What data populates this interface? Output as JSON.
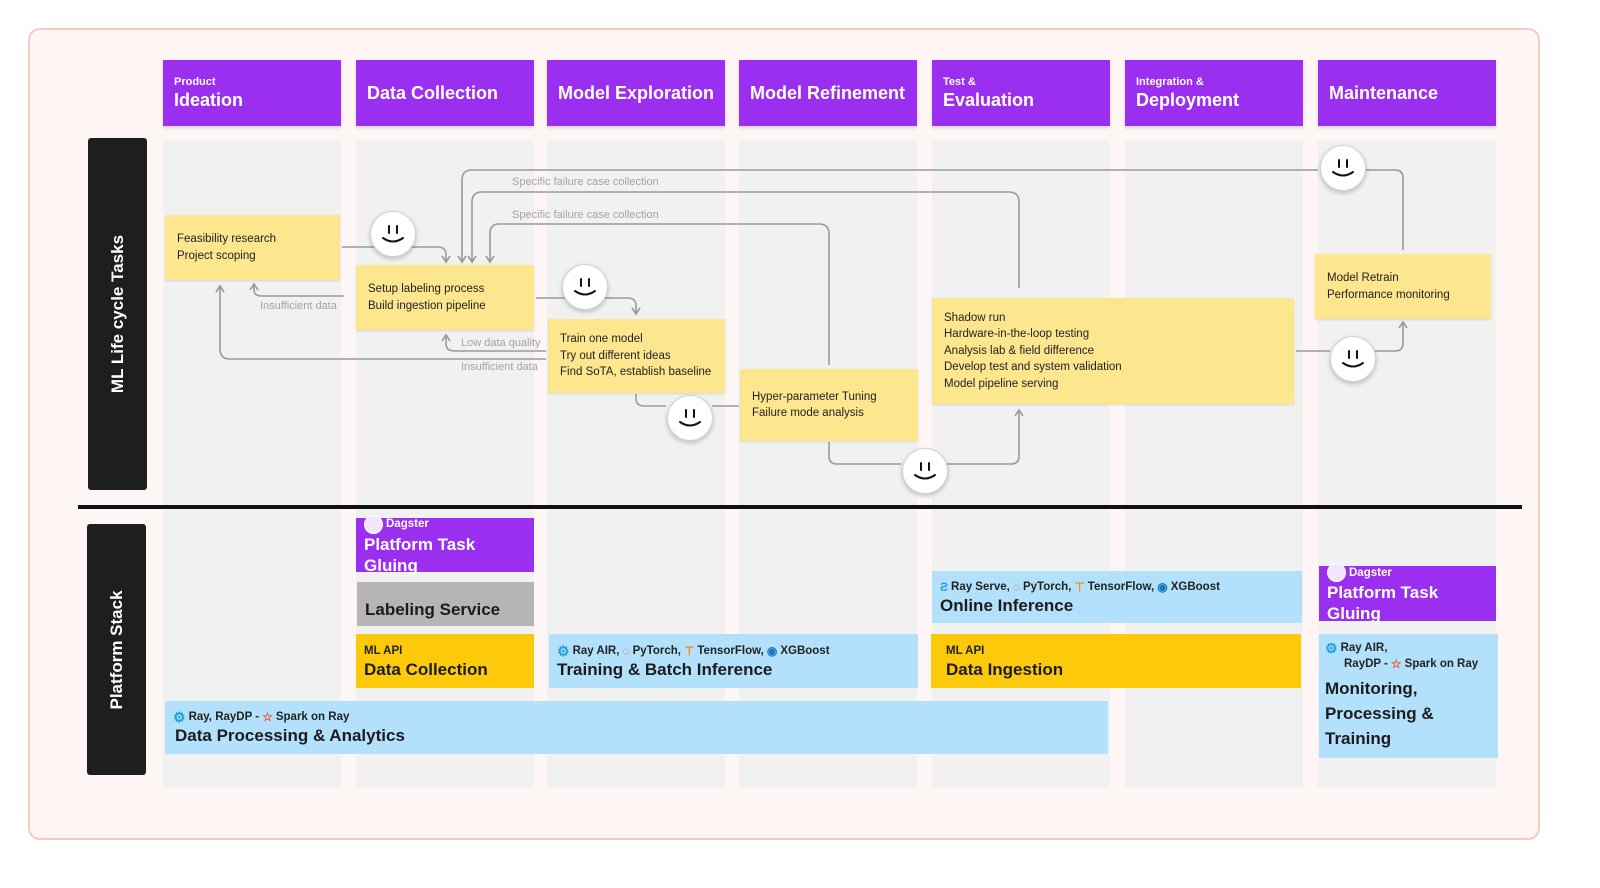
{
  "phases": [
    {
      "small": "Product",
      "big": "Ideation"
    },
    {
      "small": "",
      "big": "Data Collection"
    },
    {
      "small": "",
      "big": "Model Exploration"
    },
    {
      "small": "",
      "big": "Model Refinement"
    },
    {
      "small": "Test &",
      "big": "Evaluation"
    },
    {
      "small": "Integration &",
      "big": "Deployment"
    },
    {
      "small": "",
      "big": "Maintenance"
    }
  ],
  "row_labels": {
    "lifecycle": "ML  Life cycle Tasks",
    "platform": "Platform Stack"
  },
  "tasks": {
    "ideation": [
      "Feasibility research",
      "Project scoping"
    ],
    "data_collection": [
      "Setup labeling process",
      "Build ingestion pipeline"
    ],
    "exploration": [
      "Train one model",
      "Try out different ideas",
      "Find SoTA, establish baseline"
    ],
    "refinement": [
      "Hyper-parameter Tuning",
      "Failure mode analysis"
    ],
    "test_eval": [
      "Shadow run",
      "Hardware-in-the-loop testing",
      "Analysis lab & field difference",
      "Develop test and system validation",
      "Model pipeline serving"
    ],
    "maintenance": [
      "Model Retrain",
      "Performance monitoring"
    ]
  },
  "edge_labels": {
    "failure_outer": "Specific failure case collection",
    "failure_inner": "Specific failure case collection",
    "insufficient_1": "Insufficient data",
    "low_quality": "Low data quality",
    "insufficient_2": "Insufficient data"
  },
  "platform": {
    "gluing_dc": {
      "sub": "Dagster",
      "title": "Platform Task Gluing"
    },
    "labeling": {
      "title": "Labeling Service"
    },
    "ml_api_dc": {
      "sub": "ML API",
      "title": "Data Collection"
    },
    "training": {
      "sub": [
        "Ray AIR,",
        "PyTorch,",
        "TensorFlow,",
        "XGBoost"
      ],
      "title": "Training & Batch Inference"
    },
    "processing": {
      "sub": [
        "Ray, RayDP -",
        "Spark on Ray"
      ],
      "title": "Data Processing & Analytics"
    },
    "online": {
      "sub": [
        "Ray Serve,",
        "PyTorch,",
        "TensorFlow,",
        "XGBoost"
      ],
      "title": "Online Inference"
    },
    "ml_api_ing": {
      "sub": "ML API",
      "title": "Data Ingestion"
    },
    "gluing_mt": {
      "sub": "Dagster",
      "title": "Platform Task Gluing"
    },
    "monitoring": {
      "sub1": "Ray AIR,",
      "sub2a": "RayDP -",
      "sub2b": "Spark on Ray",
      "title_lines": [
        "Monitoring,",
        "Processing &",
        "Training"
      ]
    }
  },
  "colors": {
    "phase": "#9b2ff0",
    "sticky": "#fce68e",
    "blue": "#b3e1fb",
    "yellow": "#fcca0a",
    "gray": "#b5b5b5",
    "arrow": "#9a9a9a"
  }
}
